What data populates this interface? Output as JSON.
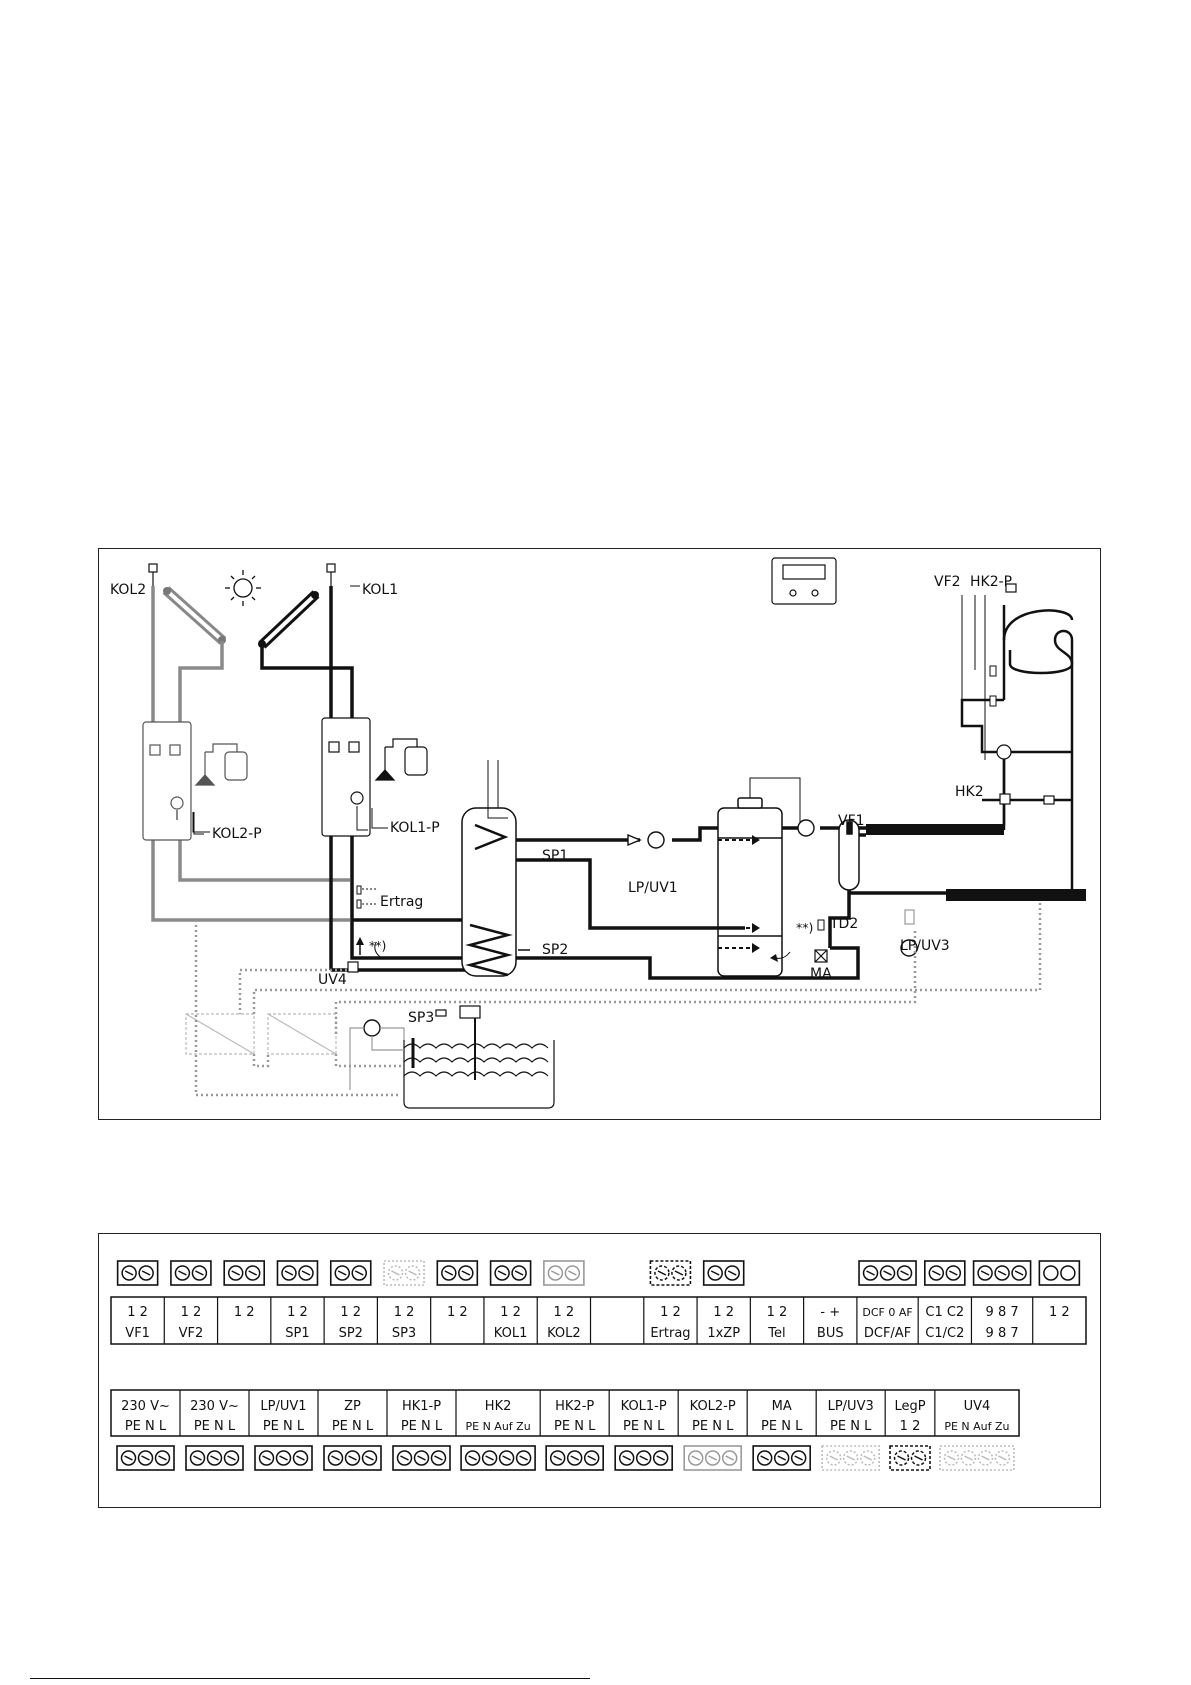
{
  "diagram": {
    "labels": {
      "kol2": "KOL2",
      "kol1": "KOL1",
      "vf2": "VF2",
      "hk2p": "HK2-P",
      "hk2": "HK2",
      "vf1": "VF1",
      "sp1": "SP1",
      "sp2": "SP2",
      "sp3": "SP3",
      "lpuv1": "LP/UV1",
      "lpuv3": "LP/UV3",
      "td2": "TD2",
      "ma": "MA",
      "uv4": "UV4",
      "ertrag": "Ertrag",
      "kol2p": "KOL2-P",
      "kol1p": "KOL1-P",
      "note1": "**)",
      "note2": "**)"
    }
  },
  "terminals_top": [
    {
      "name": "VF1",
      "pins": "1  2",
      "style": "solid",
      "n": 2
    },
    {
      "name": "VF2",
      "pins": "1  2",
      "style": "solid",
      "n": 2
    },
    {
      "name": "",
      "pins": "1  2",
      "style": "solid",
      "n": 2
    },
    {
      "name": "SP1",
      "pins": "1  2",
      "style": "solid",
      "n": 2
    },
    {
      "name": "SP2",
      "pins": "1  2",
      "style": "solid",
      "n": 2
    },
    {
      "name": "SP3",
      "pins": "1  2",
      "style": "dotted",
      "n": 2
    },
    {
      "name": "",
      "pins": "1  2",
      "style": "solid",
      "n": 2
    },
    {
      "name": "KOL1",
      "pins": "1  2",
      "style": "solid",
      "n": 2
    },
    {
      "name": "KOL2",
      "pins": "1  2",
      "style": "grey",
      "n": 2
    },
    {
      "name": "",
      "pins": "",
      "style": "none",
      "n": 0
    },
    {
      "name": "Ertrag",
      "pins": "1  2",
      "style": "dashed",
      "n": 2
    },
    {
      "name": "1xZP",
      "pins": "1  2",
      "style": "solid",
      "n": 2
    },
    {
      "name": "Tel",
      "pins": "1  2",
      "style": "none",
      "n": 0
    },
    {
      "name": "BUS",
      "pins": "-  +",
      "style": "none",
      "n": 0
    },
    {
      "name": "DCF/AF",
      "pins": "DCF 0  AF",
      "style": "solid",
      "n": 3
    },
    {
      "name": "C1/C2",
      "pins": "C1  C2",
      "style": "solid",
      "n": 2
    },
    {
      "name": "9 8 7",
      "pins": "9  8  7",
      "style": "solid",
      "n": 3
    },
    {
      "name": "",
      "pins": "1  2",
      "style": "circle",
      "n": 2
    }
  ],
  "terminals_bottom": [
    {
      "name": "230 V~",
      "pins": "PE  N  L",
      "style": "solid",
      "n": 3
    },
    {
      "name": "230 V~",
      "pins": "PE  N  L",
      "style": "solid",
      "n": 3
    },
    {
      "name": "LP/UV1",
      "pins": "PE  N  L",
      "style": "solid",
      "n": 3
    },
    {
      "name": "ZP",
      "pins": "PE  N  L",
      "style": "solid",
      "n": 3
    },
    {
      "name": "HK1-P",
      "pins": "PE  N  L",
      "style": "solid",
      "n": 3
    },
    {
      "name": "HK2",
      "pins": "PE N Auf Zu",
      "style": "solid",
      "n": 4
    },
    {
      "name": "HK2-P",
      "pins": "PE  N  L",
      "style": "solid",
      "n": 3
    },
    {
      "name": "KOL1-P",
      "pins": "PE  N  L",
      "style": "solid",
      "n": 3
    },
    {
      "name": "KOL2-P",
      "pins": "PE  N  L",
      "style": "grey",
      "n": 3
    },
    {
      "name": "MA",
      "pins": "PE  N  L",
      "style": "solid",
      "n": 3
    },
    {
      "name": "LP/UV3",
      "pins": "PE  N  L",
      "style": "dotted",
      "n": 3
    },
    {
      "name": "LegP",
      "pins": "1  2",
      "style": "dashed",
      "n": 2
    },
    {
      "name": "UV4",
      "pins": "PE N Auf Zu",
      "style": "dotted",
      "n": 4
    }
  ],
  "colors": {
    "line": "#111111",
    "grey": "#8a8a8a",
    "light": "#b0b0b0"
  }
}
